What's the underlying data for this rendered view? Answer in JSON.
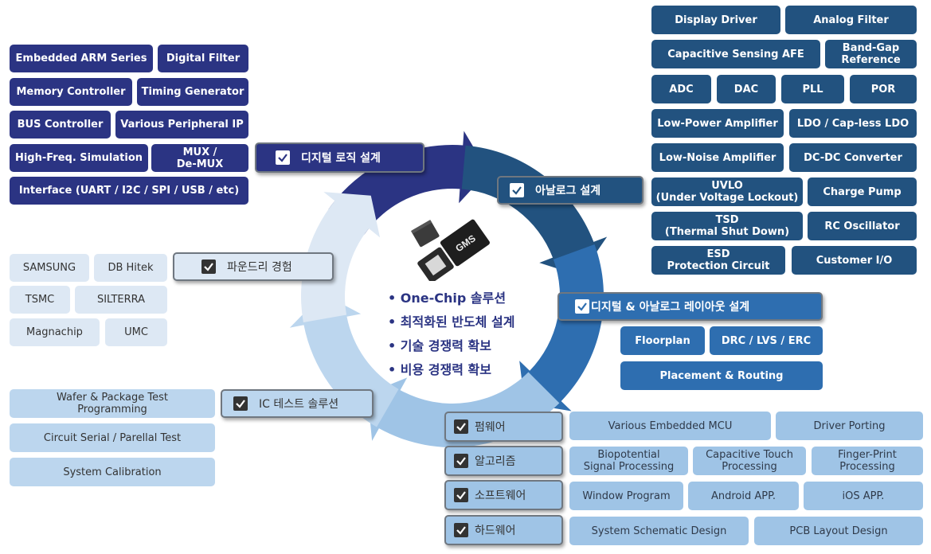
{
  "center": {
    "bullets": [
      "• One-Chip 솔루션",
      "• 최적화된 반도체 설계",
      "• 기술 경쟁력 확보",
      "• 비용 경쟁력 확보"
    ],
    "chip_label": "GMS"
  },
  "stages": {
    "digital_logic": "디지털 로직 설계",
    "analog": "아날로그 설계",
    "layout": "디지털 & 아날로그 레이아웃 설계",
    "foundry": "파운드리 경험",
    "ic_test": "IC 테스트 솔루션",
    "firmware": "펌웨어",
    "algorithm": "알고리즘",
    "software": "소프트웨어",
    "hardware": "하드웨어"
  },
  "digital_items": [
    "Embedded ARM Series",
    "Digital Filter",
    "Memory Controller",
    "Timing Generator",
    "BUS Controller",
    "Various Peripheral IP",
    "High-Freq. Simulation",
    "MUX /\nDe-MUX",
    "Interface  (UART / I2C / SPI / USB / etc)"
  ],
  "analog_items": [
    "Display Driver",
    "Analog Filter",
    "Capacitive Sensing AFE",
    "Band-Gap\nReference",
    "ADC",
    "DAC",
    "PLL",
    "POR",
    "Low-Power Amplifier",
    "LDO / Cap-less LDO",
    "Low-Noise Amplifier",
    "DC-DC Converter",
    "UVLO\n(Under Voltage Lockout)",
    "Charge Pump",
    "TSD\n(Thermal Shut Down)",
    "RC Oscillator",
    "ESD\nProtection Circuit",
    "Customer I/O"
  ],
  "layout_items": [
    "Floorplan",
    "DRC / LVS / ERC",
    "Placement & Routing"
  ],
  "foundry_items": [
    "SAMSUNG",
    "DB Hitek",
    "TSMC",
    "SILTERRA",
    "Magnachip",
    "UMC"
  ],
  "test_items": [
    "Wafer & Package Test\nProgramming",
    "Circuit Serial / Parellal Test",
    "System Calibration"
  ],
  "firmware_items": [
    "Various Embedded MCU",
    "Driver  Porting"
  ],
  "algorithm_items": [
    "Biopotential\nSignal Processing",
    "Capacitive Touch\nProcessing",
    "Finger-Print\nProcessing"
  ],
  "software_items": [
    "Window Program",
    "Android APP.",
    "iOS APP."
  ],
  "hardware_items": [
    "System Schematic Design",
    "PCB Layout Design"
  ],
  "colors": {
    "navy": "#2b3483",
    "steel": "#22527f",
    "mid": "#2e6eb0",
    "light": "#9fc4e6",
    "lighter": "#bcd6ee",
    "pale": "#dde8f4"
  }
}
